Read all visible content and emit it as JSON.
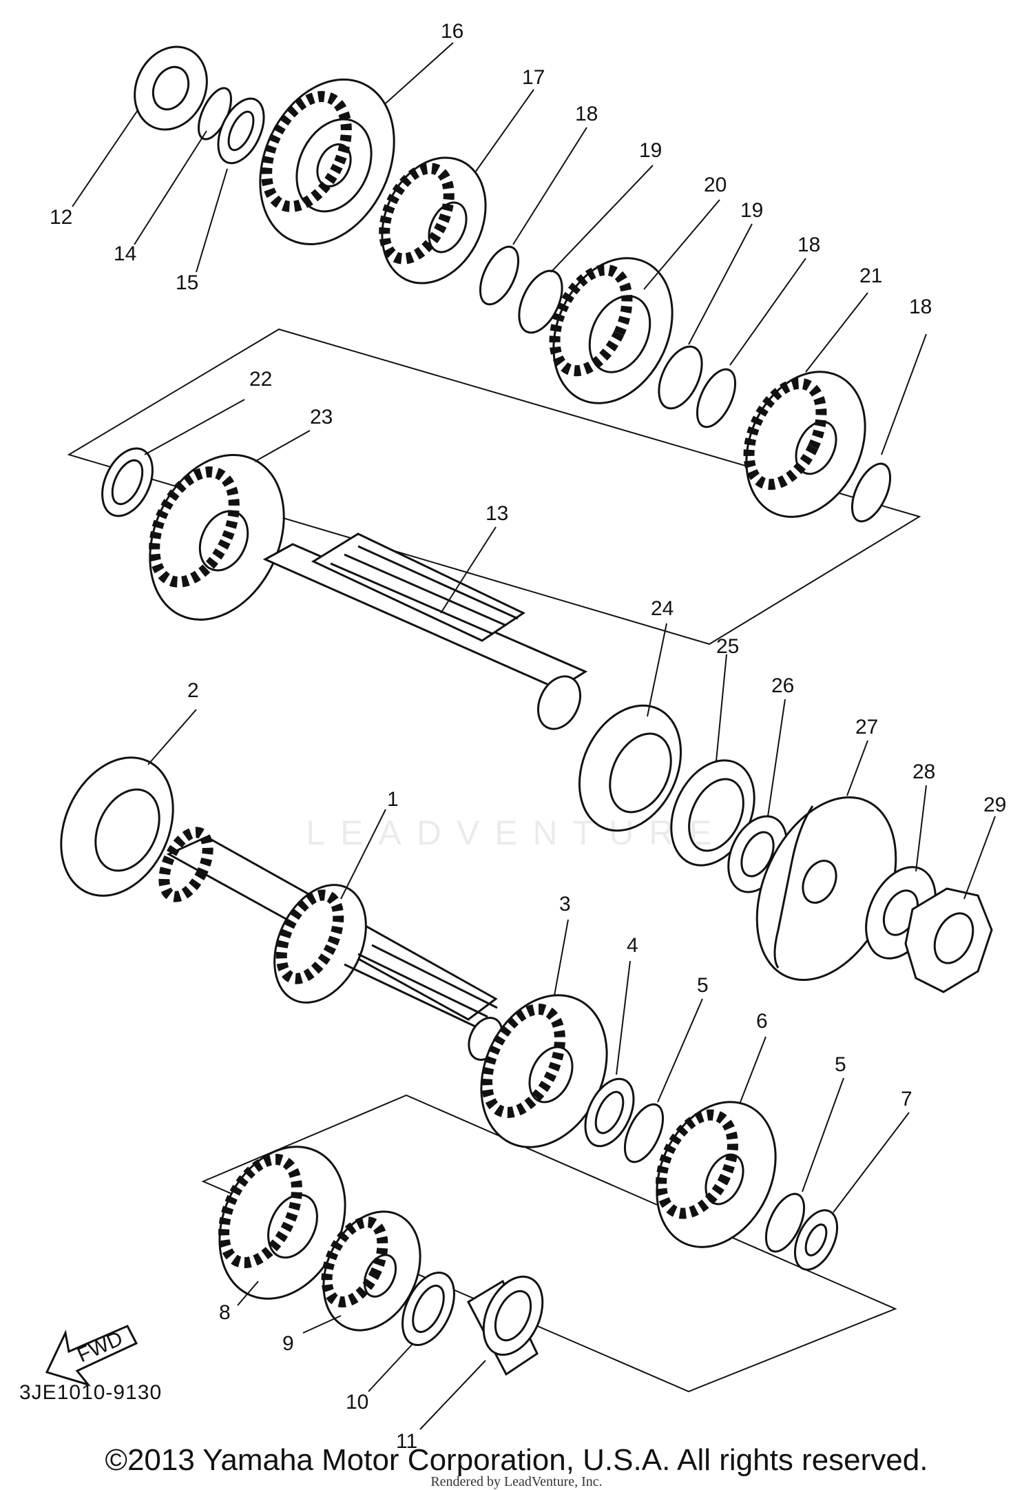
{
  "diagram": {
    "reference_code": "3JE1010-9130",
    "fwd_label": "FWD",
    "watermark": "LEADVENTURE",
    "copyright": "©2013 Yamaha Motor Corporation, U.S.A. All rights reserved.",
    "rendered_by": "Rendered by LeadVenture, Inc.",
    "callouts": [
      "1",
      "2",
      "3",
      "4",
      "5",
      "5",
      "6",
      "7",
      "8",
      "9",
      "10",
      "11",
      "12",
      "13",
      "14",
      "15",
      "16",
      "17",
      "18",
      "18",
      "18",
      "19",
      "19",
      "20",
      "21",
      "22",
      "23",
      "24",
      "25",
      "26",
      "27",
      "28",
      "29"
    ]
  }
}
